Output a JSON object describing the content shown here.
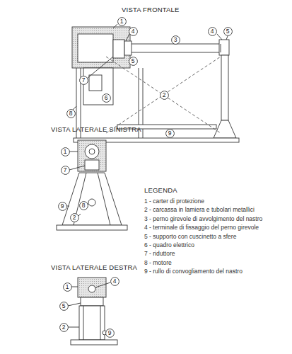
{
  "diagram": {
    "nodes": [
      {
        "text": [
          "1"
        ]
      },
      {
        "text": [
          "4"
        ]
      },
      {
        "text": [
          "3"
        ]
      },
      {
        "text": [
          "4"
        ]
      },
      {
        "text": [
          "5"
        ]
      },
      {
        "text": [
          "5"
        ]
      },
      {
        "text": [
          "7"
        ]
      },
      {
        "text": [
          "6"
        ]
      },
      {
        "text": [
          "2"
        ]
      },
      {
        "text": [
          "8"
        ]
      },
      {
        "text": [
          "9"
        ]
      },
      {
        "text": [
          "1"
        ]
      },
      {
        "text": [
          "7"
        ]
      },
      {
        "text": [
          "9"
        ]
      },
      {
        "text": [
          "8"
        ]
      },
      {
        "text": [
          "2"
        ]
      },
      {
        "text": [
          "4"
        ]
      },
      {
        "text": [
          "1"
        ]
      },
      {
        "text": [
          "5"
        ]
      },
      {
        "text": [
          "2"
        ]
      },
      {
        "text": [
          "9"
        ]
      }
    ],
    "labels": [
      "VISTA FRONTALE",
      "VISTA LATERALE SINISTRA",
      "VISTA LATERALE DESTRA",
      "LEGENDA"
    ],
    "legend": [
      {
        "text": "1 - carter di protezione"
      },
      {
        "text": "2 - carcassa in lamiera e tubolari metallici"
      },
      {
        "text": "3 - perno girevole di avvolgimento del nastro"
      },
      {
        "text": "4 - terminale di fissaggio del perno girevole"
      },
      {
        "text": "5 - supporto con cuscinetto a sfere"
      },
      {
        "text": "6 - quadro elettrico"
      },
      {
        "text": "7 - riduttore"
      },
      {
        "text": "8 - motore"
      },
      {
        "text": "9 - rullo di convogliamento del nastro"
      }
    ]
  }
}
